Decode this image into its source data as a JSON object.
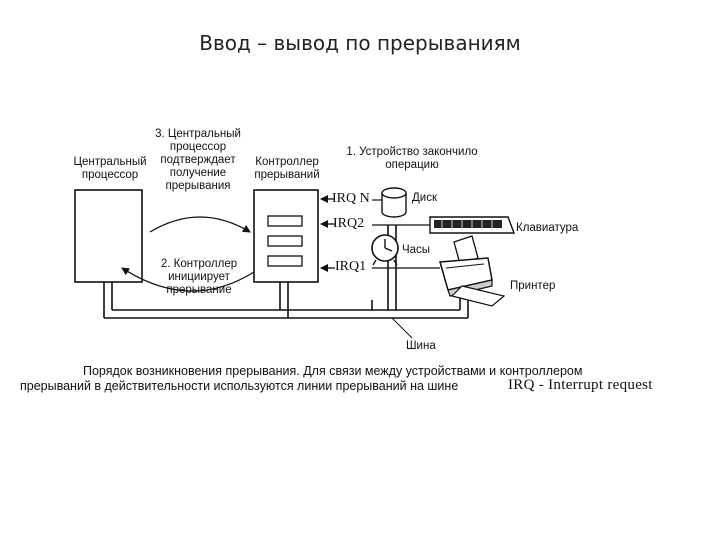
{
  "title": "Ввод – вывод по прерываниям",
  "diagram": {
    "cpu_label": "Центральный\nпроцессор",
    "controller_label": "Контроллер\nпрерываний",
    "step1": "1. Устройство закончило\nоперацию",
    "step2": "2. Контроллер\nинициирует\nпрерывание",
    "step3": "3. Центральный\nпроцессор\nподтверждает\nполучение\nпрерывания",
    "irq_n": "IRQ N",
    "irq_2": "IRQ2",
    "irq_1": "IRQ1",
    "disk_label": "Диск",
    "keyboard_label": "Клавиатура",
    "clock_label": "Часы",
    "printer_label": "Принтер",
    "bus_label": "Шина"
  },
  "caption": {
    "line1": "Порядок возникновения прерывания. Для связи между устройствами и контроллером",
    "line2": "прерываний в действительности используются линии прерываний на шине",
    "irq_note": "IRQ - Interrupt request"
  }
}
